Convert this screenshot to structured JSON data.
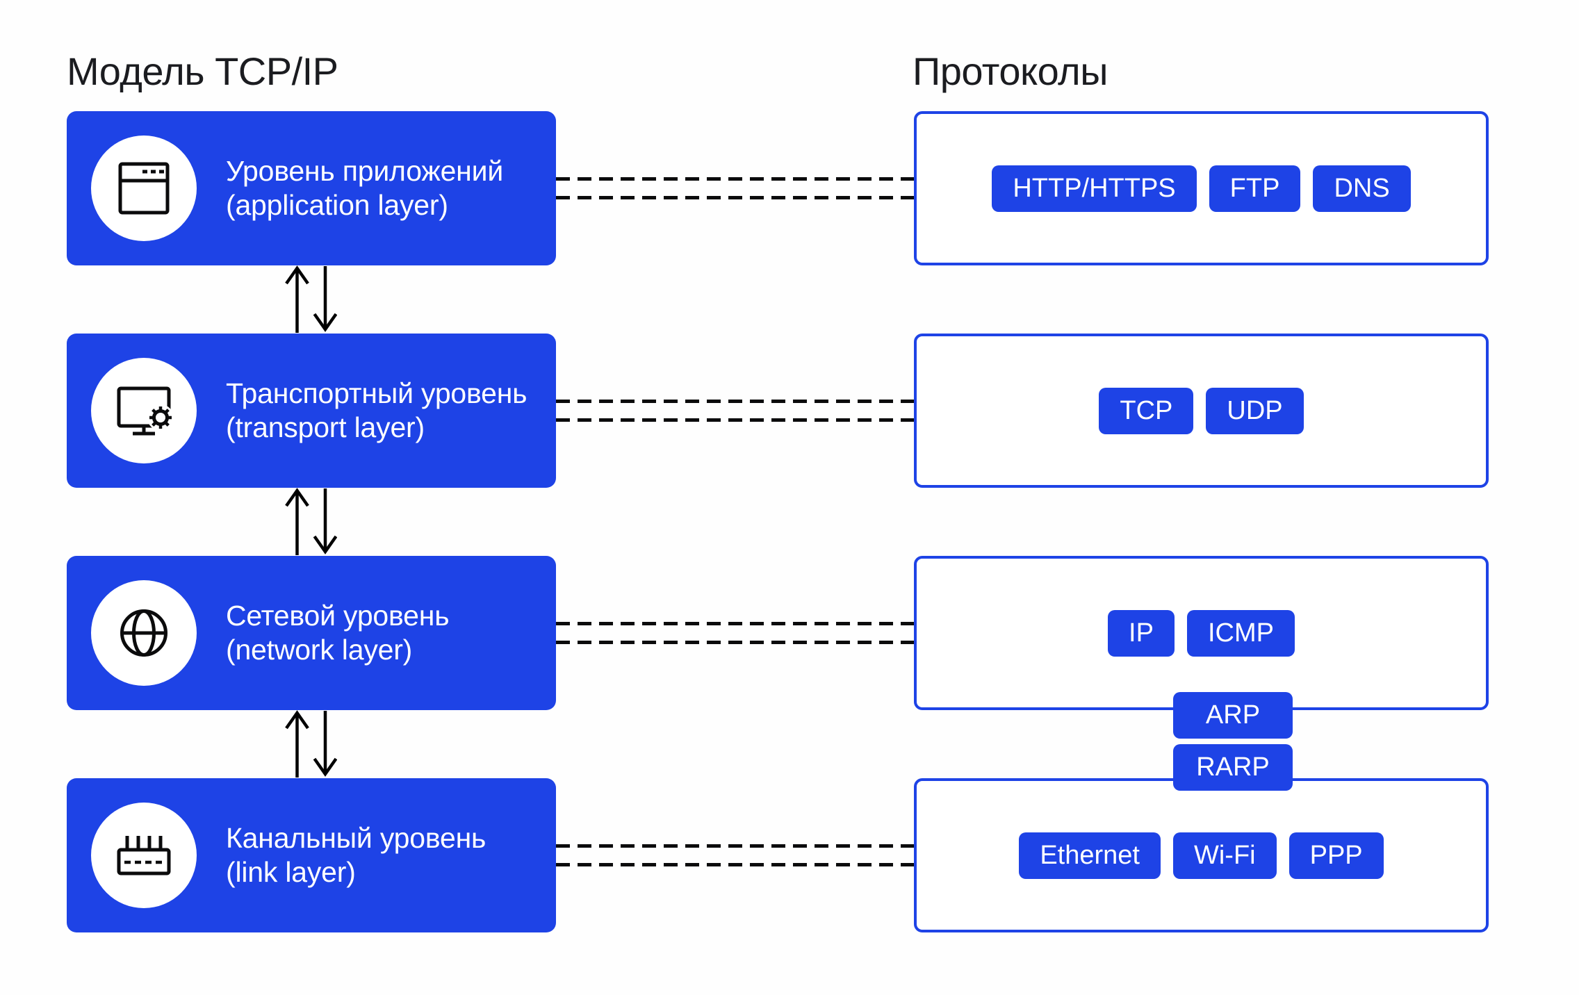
{
  "titles": {
    "left": "Модель TCP/IP",
    "right": "Протоколы"
  },
  "colors": {
    "accent_blue": "#1e43e6",
    "ink": "#0b0b0c",
    "title_text": "#1b1c20",
    "background": "#fefefe"
  },
  "layers": [
    {
      "name_ru": "Уровень приложений",
      "name_en": "(application layer)",
      "icon": "browser-window-icon",
      "protocols": [
        "HTTP/HTTPS",
        "FTP",
        "DNS"
      ]
    },
    {
      "name_ru": "Транспортный уровень",
      "name_en": "(transport layer)",
      "icon": "monitor-gear-icon",
      "protocols": [
        "TCP",
        "UDP"
      ]
    },
    {
      "name_ru": "Сетевой уровень",
      "name_en": "(network layer)",
      "icon": "globe-icon",
      "protocols": [
        "IP",
        "ICMP"
      ]
    },
    {
      "name_ru": "Канальный уровень",
      "name_en": "(link layer)",
      "icon": "router-icon",
      "protocols": [
        "Ethernet",
        "Wi-Fi",
        "PPP"
      ]
    }
  ],
  "bridge_protocols": [
    "ARP",
    "RARP"
  ]
}
